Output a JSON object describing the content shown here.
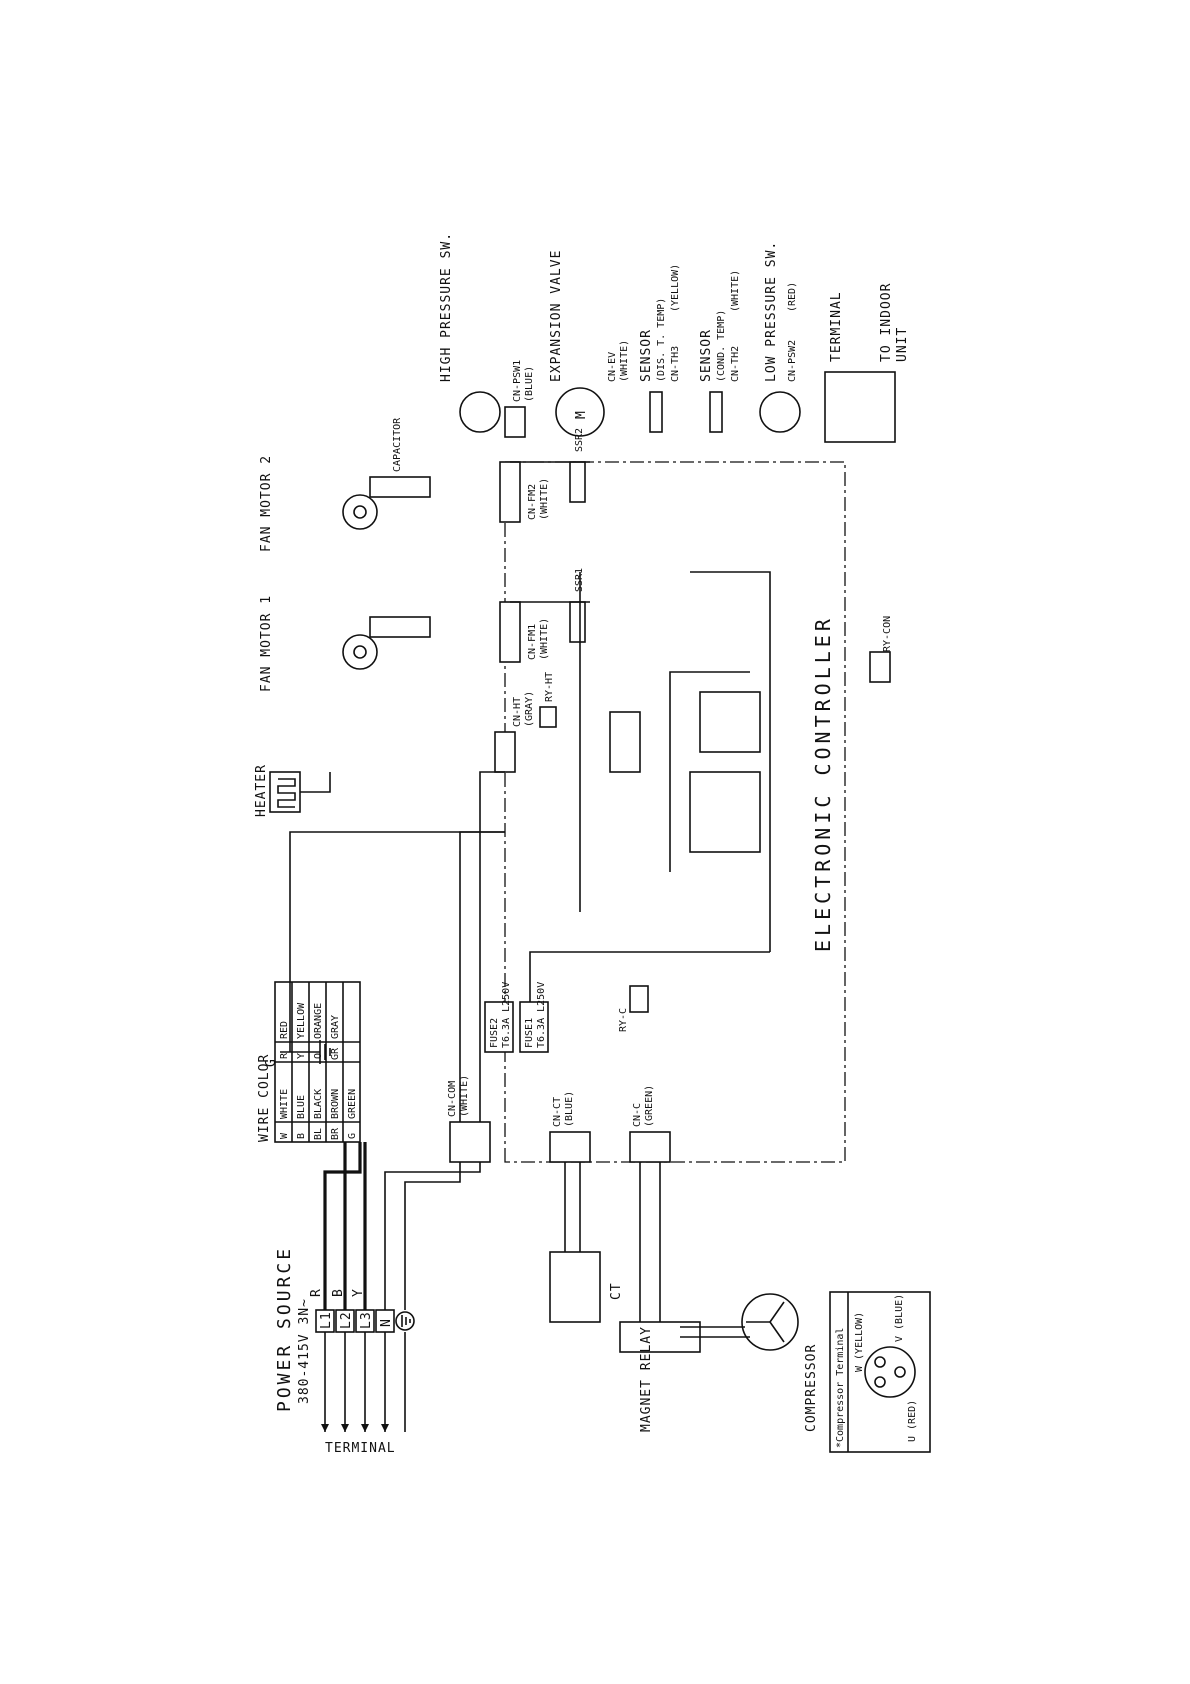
{
  "power_source": {
    "title": "POWER SOURCE",
    "rating": "380-415V 3N~",
    "terminal_label": "TERMINAL",
    "terminals": [
      "L1",
      "L2",
      "L3",
      "N"
    ],
    "wires": [
      "R",
      "B",
      "Y"
    ]
  },
  "wire_color": {
    "title": "WIRE COLOR",
    "rows": [
      {
        "code": "W",
        "name": "WHITE",
        "code2": "R",
        "name2": "RED"
      },
      {
        "code": "B",
        "name": "BLUE",
        "code2": "Y",
        "name2": "YELLOW"
      },
      {
        "code": "BL",
        "name": "BLACK",
        "code2": "O",
        "name2": "ORANGE"
      },
      {
        "code": "BR",
        "name": "BROWN",
        "code2": "GR",
        "name2": "GRAY"
      },
      {
        "code": "G",
        "name": "GREEN",
        "code2": "",
        "name2": ""
      }
    ]
  },
  "components": {
    "heater": "HEATER",
    "fan_motor_1": "FAN MOTOR 1",
    "fan_motor_2": "FAN MOTOR 2",
    "capacitor": "CAPACITOR",
    "high_pressure_sw": "HIGH PRESSURE SW.",
    "expansion_valve": "EXPANSION VALVE",
    "sensor_dis": "SENSOR",
    "sensor_dis_sub": "(DIS. T. TEMP)",
    "sensor_cond": "SENSOR",
    "sensor_cond_sub": "(COND. TEMP)",
    "low_pressure_sw": "LOW PRESSURE SW.",
    "terminal": "TERMINAL",
    "to_indoor": "TO INDOOR",
    "to_indoor_sub": "UNIT",
    "electronic_controller": "ELECTRONIC CONTROLLER",
    "magnet_relay": "MAGNET RELAY",
    "compressor": "COMPRESSOR",
    "ct": "CT",
    "ground": "G",
    "motor_symbol": "M",
    "ssr1": "SSR1",
    "ssr2": "SSR2",
    "ry_ht": "RY-HT",
    "ry_c": "RY-C",
    "ry_con": "RY-CON"
  },
  "connectors": {
    "cn_com": "CN-COM",
    "cn_com_color": "(WHITE)",
    "cn_ct": "CN-CT",
    "cn_ct_color": "(BLUE)",
    "cn_c": "CN-C",
    "cn_c_color": "(GREEN)",
    "cn_ht": "CN-HT",
    "cn_ht_color": "(GRAY)",
    "cn_fm1": "CN-FM1",
    "cn_fm1_color": "(WHITE)",
    "cn_fm2": "CN-FM2",
    "cn_fm2_color": "(WHITE)",
    "cn_ev": "CN-EV",
    "cn_ev_color": "(WHITE)",
    "cn_th3": "CN-TH3",
    "cn_th3_color": "(YELLOW)",
    "cn_th2": "CN-TH2",
    "cn_th2_color": "(WHITE)",
    "cn_psw2": "CN-PSW2",
    "cn_psw2_color": "(RED)",
    "cn_psw1": "CN-PSW1",
    "cn_psw1_color": "(BLUE)"
  },
  "fuses": {
    "fuse1": "FUSE1",
    "fuse1_rating": "T6.3A L250V",
    "fuse2": "FUSE2",
    "fuse2_rating": "T6.3A L250V"
  },
  "compressor_terminal": {
    "title": "*Compressor Terminal",
    "w": "W (YELLOW)",
    "v": "V (BLUE)",
    "u": "U (RED)"
  }
}
